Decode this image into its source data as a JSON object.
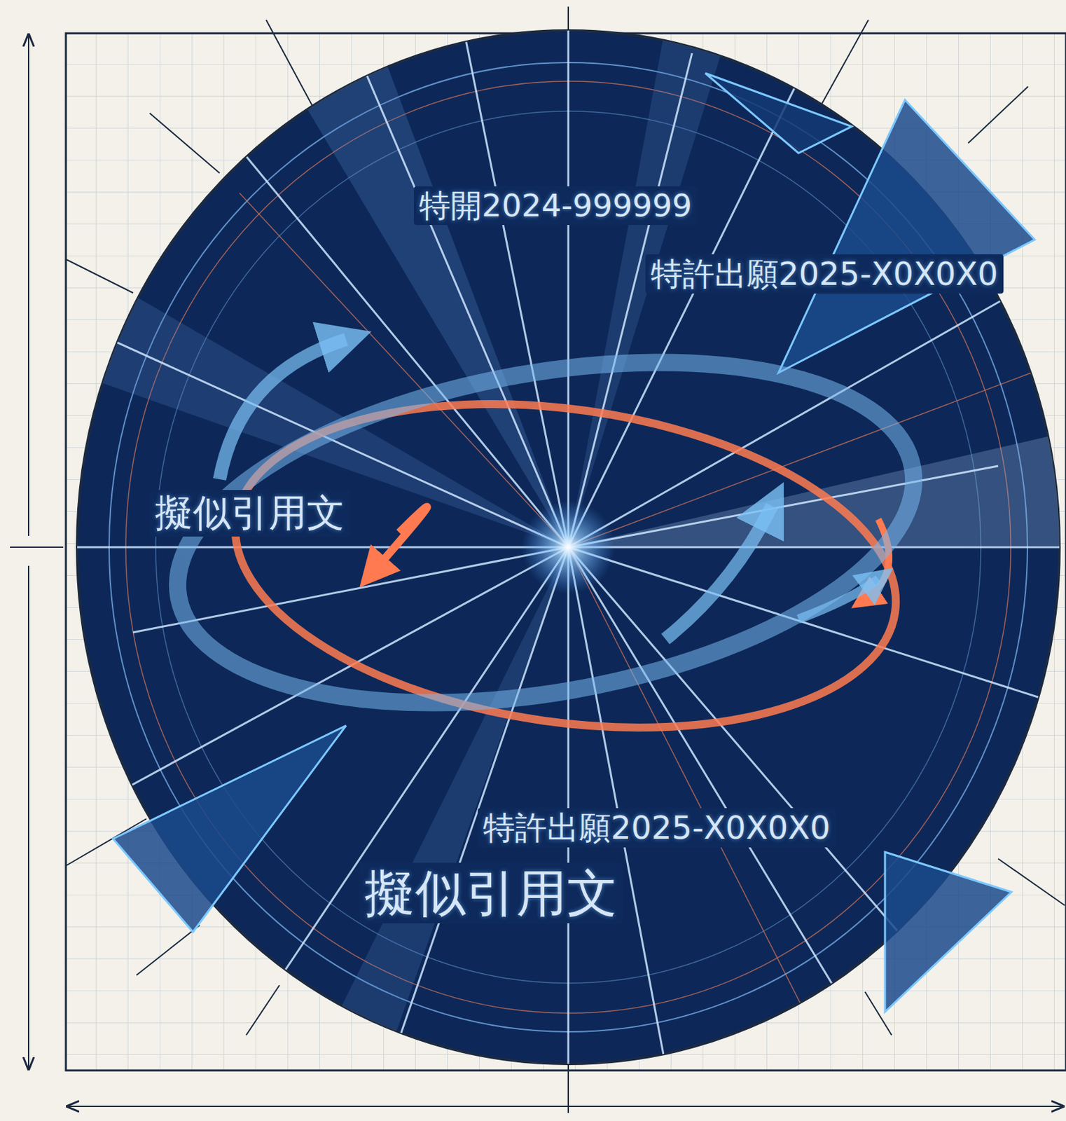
{
  "diagram": {
    "labels": [
      "特開2024-999999",
      "特許出願2025-X0X0X0",
      "擬似引用文",
      "特許出願2025-X0X0X0",
      "擬似引用文"
    ]
  }
}
